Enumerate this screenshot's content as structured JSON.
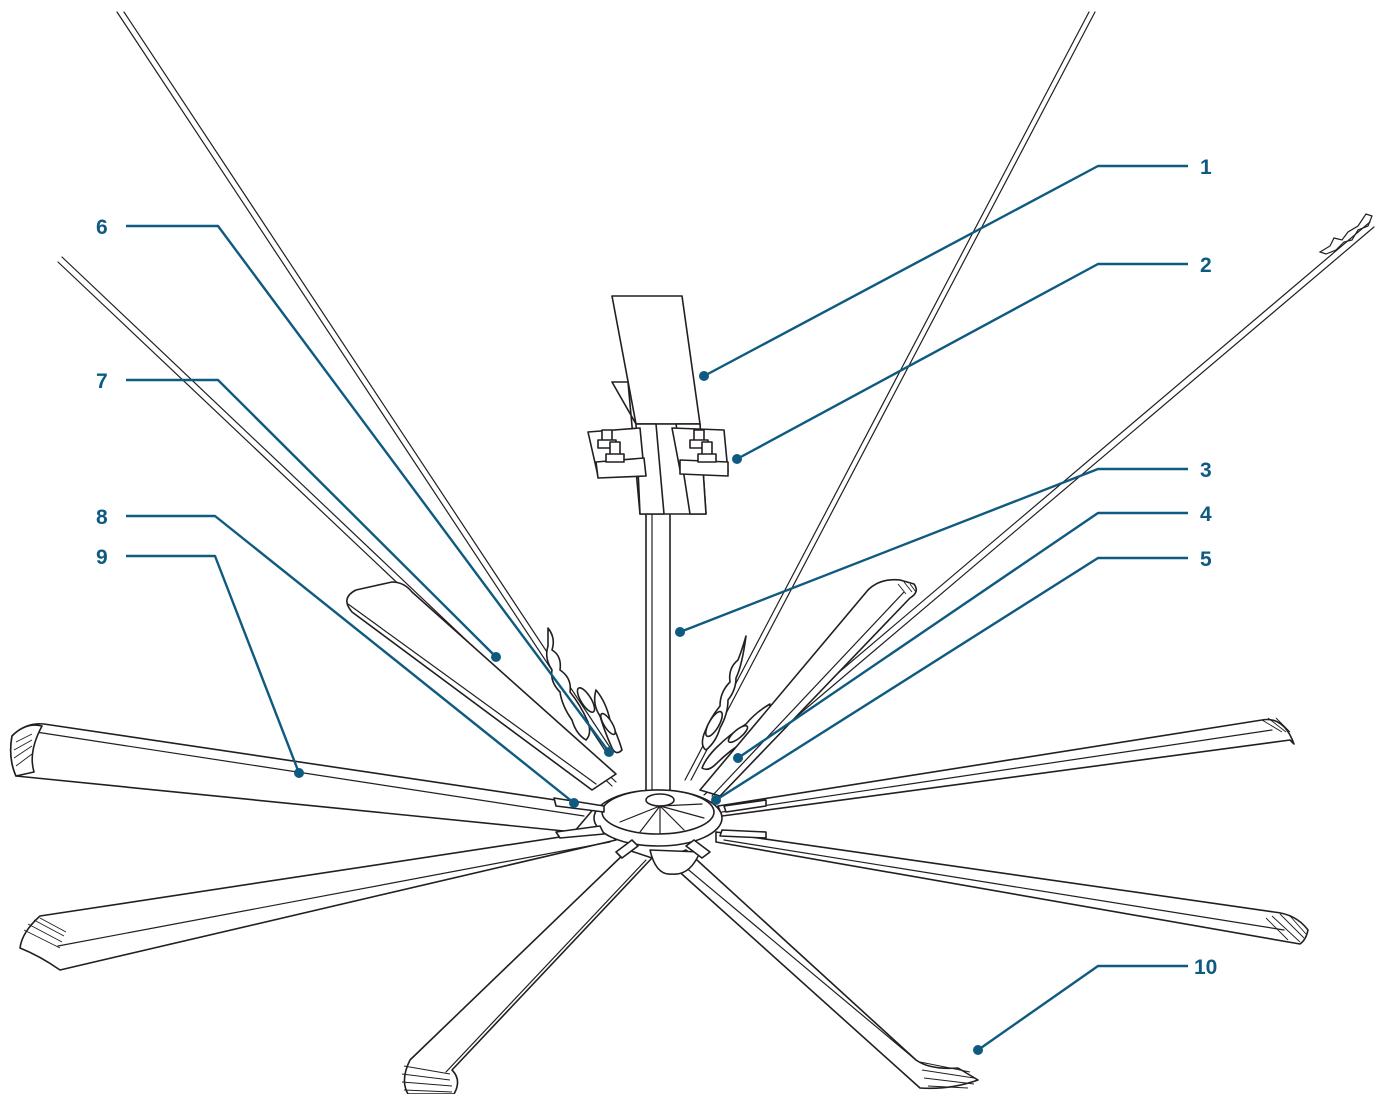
{
  "colors": {
    "callout": "#0e5a80",
    "line_art": "#231f20",
    "background": "#ffffff"
  },
  "callouts": [
    {
      "number": "1",
      "part": "mounting-beam"
    },
    {
      "number": "2",
      "part": "beam-clamp-plate"
    },
    {
      "number": "3",
      "part": "extension-tube"
    },
    {
      "number": "4",
      "part": "guy-wire-turnbuckle"
    },
    {
      "number": "5",
      "part": "fan-hub"
    },
    {
      "number": "6",
      "part": "guy-wire-cable"
    },
    {
      "number": "7",
      "part": "safety-cable"
    },
    {
      "number": "8",
      "part": "blade-retainer"
    },
    {
      "number": "9",
      "part": "fan-blade"
    },
    {
      "number": "10",
      "part": "blade-winglet"
    }
  ]
}
